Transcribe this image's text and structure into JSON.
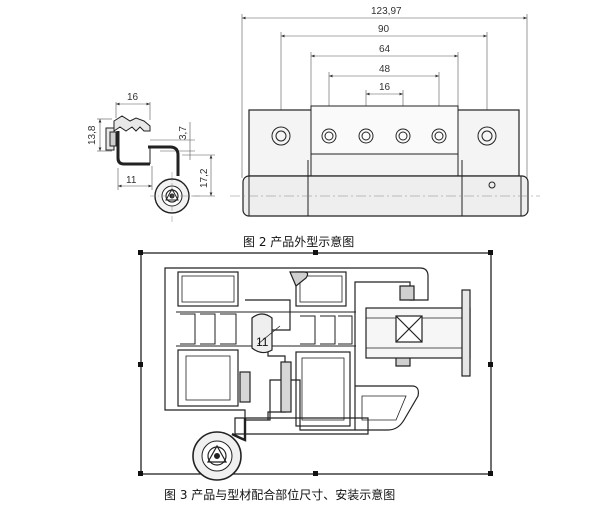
{
  "figure2": {
    "caption": "图 2 产品外型示意图",
    "dims_horizontal": [
      "123,97",
      "90",
      "64",
      "48",
      "16"
    ],
    "side_dims": {
      "width_top": "16",
      "height_left": "13,8",
      "height_right": "3,7",
      "width_bottom": "11",
      "height_bottom": "17,2"
    }
  },
  "figure3": {
    "caption": "图 3 产品与型材配合部位尺寸、安装示意图",
    "callout": "11"
  },
  "colors": {
    "line": "#222222",
    "dim": "#444444",
    "fill": "#ededed"
  },
  "icons": [
    "hinge-knuckle-icon",
    "cross-box-icon"
  ]
}
